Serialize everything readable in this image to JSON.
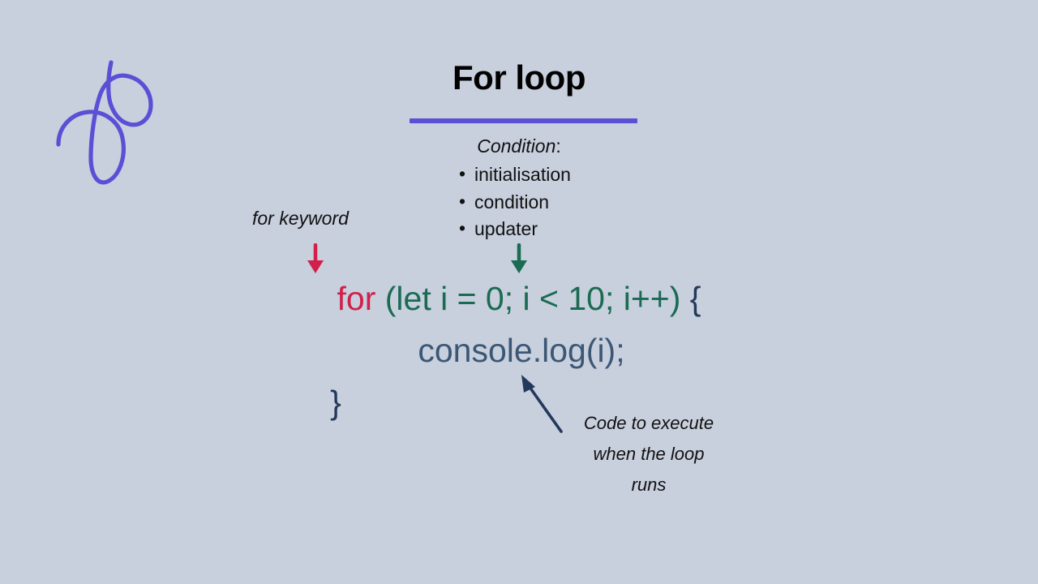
{
  "slide": {
    "background_color": "#c8cfdd",
    "title": "For loop",
    "title_rule_color": "#5b4fd6",
    "doodle_color": "#5b4fd6",
    "doodle_name": "purple-squiggle-doodle"
  },
  "condition": {
    "heading_text": "Condition",
    "heading_colon": ":",
    "items": [
      "initialisation",
      "condition",
      "updater"
    ]
  },
  "annotations": {
    "for_keyword_label": "for keyword",
    "code_note_line_1": "Code to execute",
    "code_note_line_2": "when the loop",
    "code_note_line_3": "runs",
    "arrow_red_color": "#d0214a",
    "arrow_green_color": "#1a6b52",
    "arrow_navy_color": "#23395c"
  },
  "code": {
    "line_1_keyword": "for",
    "line_1_condition": " (let i = 0; i < 10; i++)",
    "line_1_open_brace": " {",
    "line_2_body": "console.log(i);",
    "line_3_close_brace": "}",
    "keyword_color": "#d0214a",
    "condition_color": "#1a6b52",
    "brace_color": "#23395c",
    "body_color": "#3b5775"
  }
}
